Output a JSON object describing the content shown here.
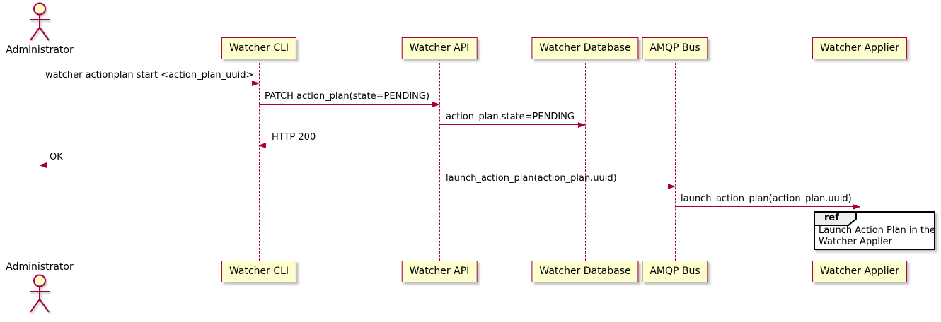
{
  "diagram": {
    "type": "sequence-diagram",
    "colors": {
      "participant_fill": "#FEFECE",
      "participant_border": "#A80036",
      "arrow": "#A80036",
      "lifeline": "#A80036",
      "text": "#000000",
      "ref_fill": "#FFFFFF",
      "ref_border": "#000000",
      "ref_tab_fill": "#EEEEEE"
    },
    "actor": {
      "label": "Administrator"
    },
    "participants": [
      {
        "label": "Watcher CLI"
      },
      {
        "label": "Watcher API"
      },
      {
        "label": "Watcher Database"
      },
      {
        "label": "AMQP Bus"
      },
      {
        "label": "Watcher Applier"
      }
    ],
    "messages": [
      {
        "label": "watcher actionplan start <action_plan_uuid>",
        "from": "Administrator",
        "to": "Watcher CLI",
        "line": "solid"
      },
      {
        "label": "PATCH action_plan(state=PENDING)",
        "from": "Watcher CLI",
        "to": "Watcher API",
        "line": "solid"
      },
      {
        "label": "action_plan.state=PENDING",
        "from": "Watcher API",
        "to": "Watcher Database",
        "line": "solid"
      },
      {
        "label": "HTTP 200",
        "from": "Watcher API",
        "to": "Watcher CLI",
        "line": "dashed"
      },
      {
        "label": "OK",
        "from": "Watcher CLI",
        "to": "Administrator",
        "line": "dashed"
      },
      {
        "label": "launch_action_plan(action_plan.uuid)",
        "from": "Watcher API",
        "to": "AMQP Bus",
        "line": "solid"
      },
      {
        "label": "launch_action_plan(action_plan.uuid)",
        "from": "AMQP Bus",
        "to": "Watcher Applier",
        "line": "solid"
      }
    ],
    "ref": {
      "keyword": "ref",
      "line1": "Launch Action Plan in the",
      "line2": "Watcher Applier",
      "over": "Watcher Applier"
    }
  }
}
